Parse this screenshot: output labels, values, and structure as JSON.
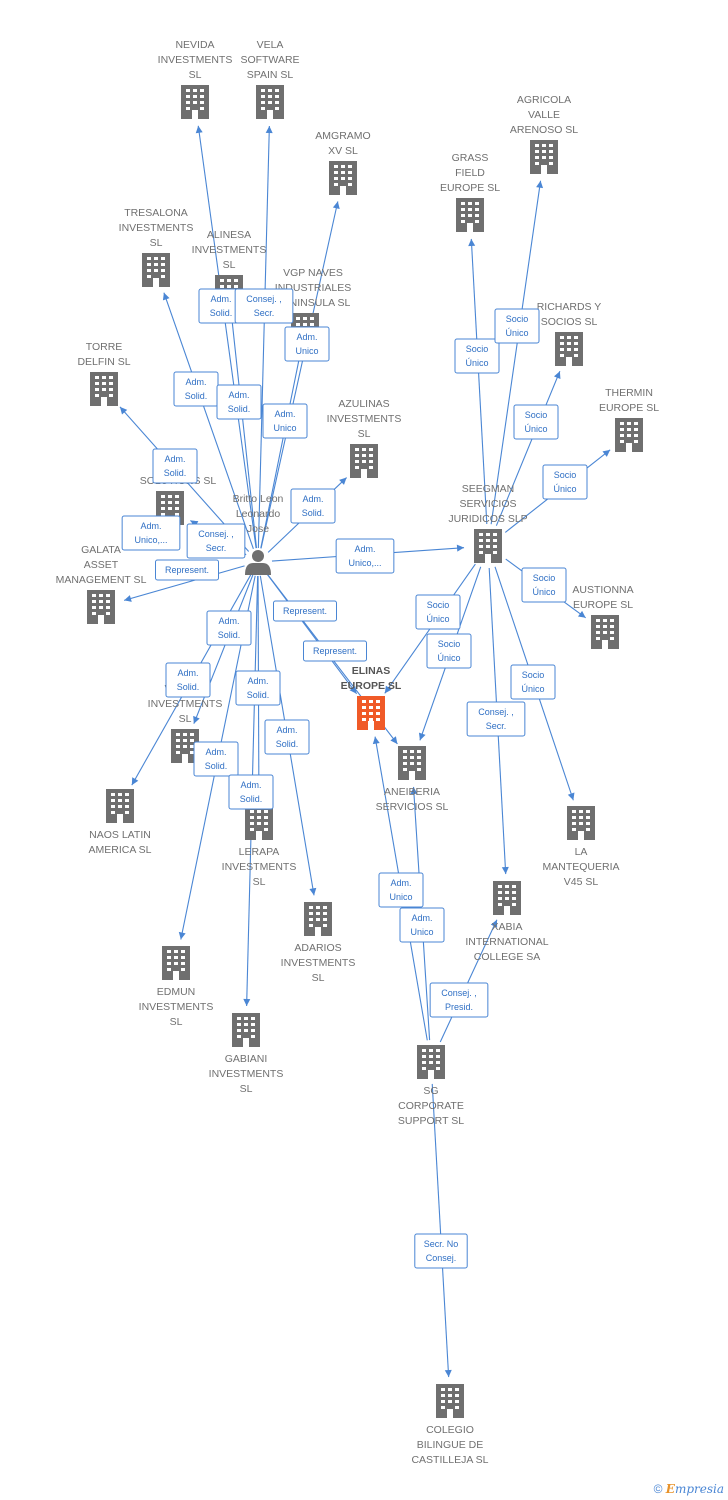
{
  "person": {
    "name_lines": [
      "Britto Leon",
      "Leonardo",
      "Jose"
    ]
  },
  "companies": {
    "nevida": [
      "NEVIDA",
      "INVESTMENTS",
      "SL"
    ],
    "vela": [
      "VELA",
      "SOFTWARE",
      "SPAIN SL"
    ],
    "amgramo": [
      "AMGRAMO",
      "XV SL"
    ],
    "agricola": [
      "AGRICOLA",
      "VALLE",
      "ARENOSO SL"
    ],
    "grass": [
      "GRASS",
      "FIELD",
      "EUROPE SL"
    ],
    "tresalona": [
      "TRESALONA",
      "INVESTMENTS",
      "SL"
    ],
    "alinesa": [
      "ALINESA",
      "INVESTMENTS",
      "SL"
    ],
    "vgp": [
      "VGP NAVES",
      "INDUSTRIALES",
      "PENINSULA SL"
    ],
    "richards": [
      "RICHARDS Y",
      "SOCIOS SL"
    ],
    "torre": [
      "TORRE",
      "DELFIN SL"
    ],
    "thermin": [
      "THERMIN",
      "EUROPE SL"
    ],
    "azulinas": [
      "AZULINAS",
      "INVESTMENTS",
      "SL"
    ],
    "velvet": [
      "VELVET",
      "SOLUTIONS SL"
    ],
    "seegman": [
      "SEEGMAN",
      "SERVICIOS",
      "JURIDICOS SLP"
    ],
    "galata": [
      "GALATA",
      "ASSET",
      "MANAGEMENT SL"
    ],
    "austionna": [
      "AUSTIONNA",
      "EUROPE SL"
    ],
    "elinas": [
      "ELINAS",
      "EUROPE SL"
    ],
    "wistra": [
      "WISTRA",
      "INVESTMENTS",
      "SL"
    ],
    "aneiberia": [
      "ANEIBERIA",
      "SERVICIOS SL"
    ],
    "naos": [
      "NAOS LATIN",
      "AMERICA SL"
    ],
    "lerapa": [
      "LERAPA",
      "INVESTMENTS",
      "SL"
    ],
    "mantequeria": [
      "LA",
      "MANTEQUERIA",
      "V45 SL"
    ],
    "xabia": [
      "XABIA",
      "INTERNATIONAL",
      "COLLEGE SA"
    ],
    "adarios": [
      "ADARIOS",
      "INVESTMENTS",
      "SL"
    ],
    "edmun": [
      "EDMUN",
      "INVESTMENTS",
      "SL"
    ],
    "gabiani": [
      "GABIANI",
      "INVESTMENTS",
      "SL"
    ],
    "sg": [
      "SG",
      "CORPORATE",
      "SUPPORT SL"
    ],
    "colegio": [
      "COLEGIO",
      "BILINGUE DE",
      "CASTILLEJA SL"
    ]
  },
  "relation_labels": {
    "adm_solid": [
      "Adm.",
      "Solid."
    ],
    "consej_secr": [
      "Consej. ,",
      "Secr."
    ],
    "adm_unico": [
      "Adm.",
      "Unico"
    ],
    "adm_unico_etc": [
      "Adm.",
      "Unico,..."
    ],
    "represent": [
      "Represent."
    ],
    "socio_unico": [
      "Socio",
      "Único"
    ],
    "consej_presid": [
      "Consej. ,",
      "Presid."
    ],
    "secr_no_consej": [
      "Secr. No",
      "Consej."
    ]
  },
  "colors": {
    "edge": "#4a86d4",
    "building": "#6f6f6f",
    "highlight": "#f05a28"
  },
  "footer": {
    "copyright": "©",
    "brand_first": "E",
    "brand_rest": "mpresia"
  }
}
